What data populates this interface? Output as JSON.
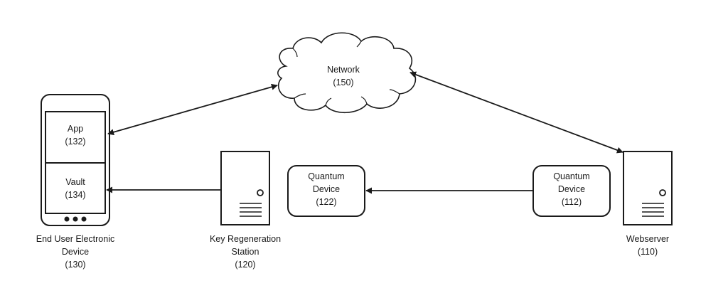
{
  "diagram": {
    "network": {
      "label": "Network",
      "ref": "(150)"
    },
    "end_user_device": {
      "caption_line1": "End User Electronic",
      "caption_line2": "Device",
      "ref": "(130)",
      "app": {
        "label": "App",
        "ref": "(132)"
      },
      "vault": {
        "label": "Vault",
        "ref": "(134)"
      }
    },
    "key_regen_station": {
      "caption_line1": "Key Regeneration",
      "caption_line2": "Station",
      "ref": "(120)"
    },
    "quantum_device_122": {
      "label_line1": "Quantum",
      "label_line2": "Device",
      "ref": "(122)"
    },
    "quantum_device_112": {
      "label_line1": "Quantum",
      "label_line2": "Device",
      "ref": "(112)"
    },
    "webserver": {
      "caption": "Webserver",
      "ref": "(110)"
    },
    "colors": {
      "ink": "#1a1a1a",
      "background": "#ffffff"
    }
  }
}
